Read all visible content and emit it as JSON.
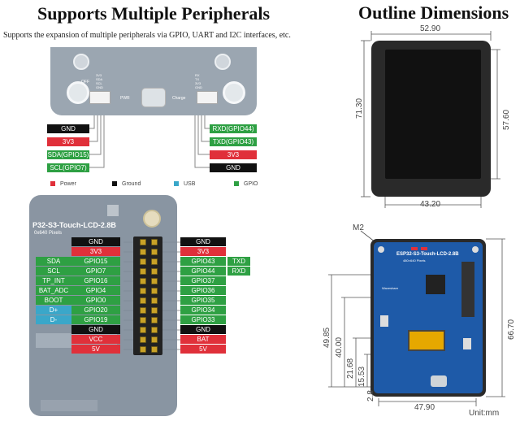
{
  "left_title": "Supports Multiple Peripherals",
  "left_subtitle": "Supports the expansion of multiple peripherals via GPIO, UART and I2C interfaces, etc.",
  "right_title": "Outline Dimensions",
  "top_board": {
    "left_connector_labels": [
      "GND",
      "3V3",
      "SDA(GPIO15)",
      "SCL(GPIO7)"
    ],
    "right_connector_labels": [
      "RXD(GPIO44)",
      "TXD(GPIO43)",
      "3V3",
      "GND"
    ],
    "silk_left": [
      "3V3",
      "SDA",
      "SCL",
      "GND"
    ],
    "silk_right": [
      "RX",
      "TX",
      "3V3",
      "GND"
    ],
    "silk_pwr": "PWR",
    "silk_charge": "Charge",
    "silk_off": "OFF"
  },
  "legend": [
    {
      "label": "Power",
      "color": "#e0303a"
    },
    {
      "label": "Ground",
      "color": "#111111"
    },
    {
      "label": "USB",
      "color": "#3aa7c9"
    },
    {
      "label": "GPIO",
      "color": "#2ea043"
    }
  ],
  "header": {
    "board_name": "P32-S3-Touch-LCD-2.8B",
    "board_res": "0x640 Pixels",
    "left_func": [
      "",
      "",
      "SDA",
      "SCL",
      "TP_INT",
      "BAT_ADC",
      "BOOT",
      "D+",
      "D-",
      "",
      "",
      ""
    ],
    "left_pins": [
      "GND",
      "3V3",
      "GPIO15",
      "GPIO7",
      "GPIO16",
      "GPIO4",
      "GPIO0",
      "GPIO20",
      "GPIO19",
      "GND",
      "VCC",
      "5V"
    ],
    "right_pins": [
      "GND",
      "3V3",
      "GPIO43",
      "GPIO44",
      "GPIO37",
      "GPIO36",
      "GPIO35",
      "GPIO34",
      "GPIO33",
      "GND",
      "BAT",
      "5V"
    ],
    "right_func": [
      "",
      "",
      "TXD",
      "RXD",
      "",
      "",
      "",
      "",
      "",
      "",
      "",
      ""
    ]
  },
  "outline": {
    "width": "52.90",
    "height": "71.30",
    "screen_height": "57.60",
    "screen_width": "43.20"
  },
  "back": {
    "m2": "M2",
    "board_name": "ESP32-S3-Touch-LCD-2.8B",
    "board_res": "480×640 Pixels",
    "brand": "Waveshare",
    "dims": [
      "49.85",
      "40.00",
      "21.68",
      "15.53",
      "2.8",
      "66.70",
      "47.90"
    ],
    "unit": "Unit:mm"
  }
}
